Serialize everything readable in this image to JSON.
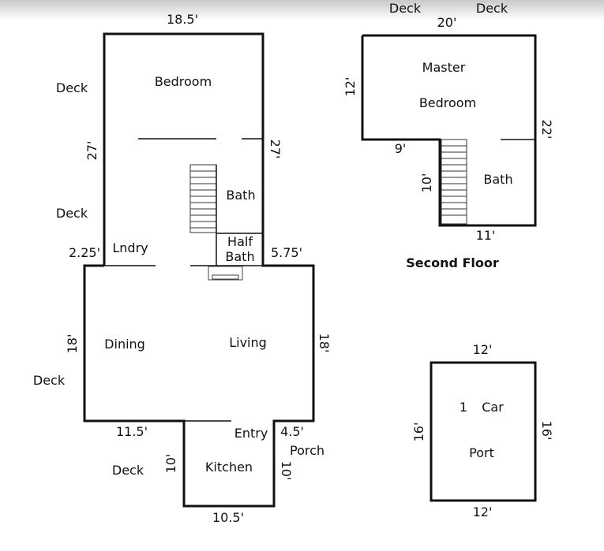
{
  "first_floor": {
    "rooms": {
      "bedroom": "Bedroom",
      "bath": "Bath",
      "half_bath": "Half",
      "half_bath_2": "Bath",
      "laundry": "Lndry",
      "dining": "Dining",
      "living": "Living",
      "entry": "Entry",
      "kitchen": "Kitchen",
      "porch": "Porch"
    },
    "decks": [
      "Deck",
      "Deck",
      "Deck",
      "Deck"
    ],
    "dimensions": {
      "top": "18.5'",
      "left_upper": "27'",
      "right_upper": "27'",
      "left_step": "2.25'",
      "right_step": "5.75'",
      "left_main": "18'",
      "right_main": "18'",
      "bottom_left": "11.5'",
      "bottom_right": "4.5'",
      "kitchen_left": "10'",
      "kitchen_right": "10'",
      "kitchen_bottom": "10.5'"
    }
  },
  "second_floor": {
    "title": "Second Floor",
    "rooms": {
      "master": "Master",
      "master_2": "Bedroom",
      "bath": "Bath"
    },
    "decks": [
      "Deck",
      "Deck"
    ],
    "dimensions": {
      "top": "20'",
      "left": "12'",
      "right": "22'",
      "step": "9'",
      "inner_left": "10'",
      "bottom": "11'"
    }
  },
  "carport": {
    "line1_a": "1",
    "line1_b": "Car",
    "line2": "Port",
    "dimensions": {
      "top": "12'",
      "bottom": "12'",
      "left": "16'",
      "right": "16'"
    }
  }
}
